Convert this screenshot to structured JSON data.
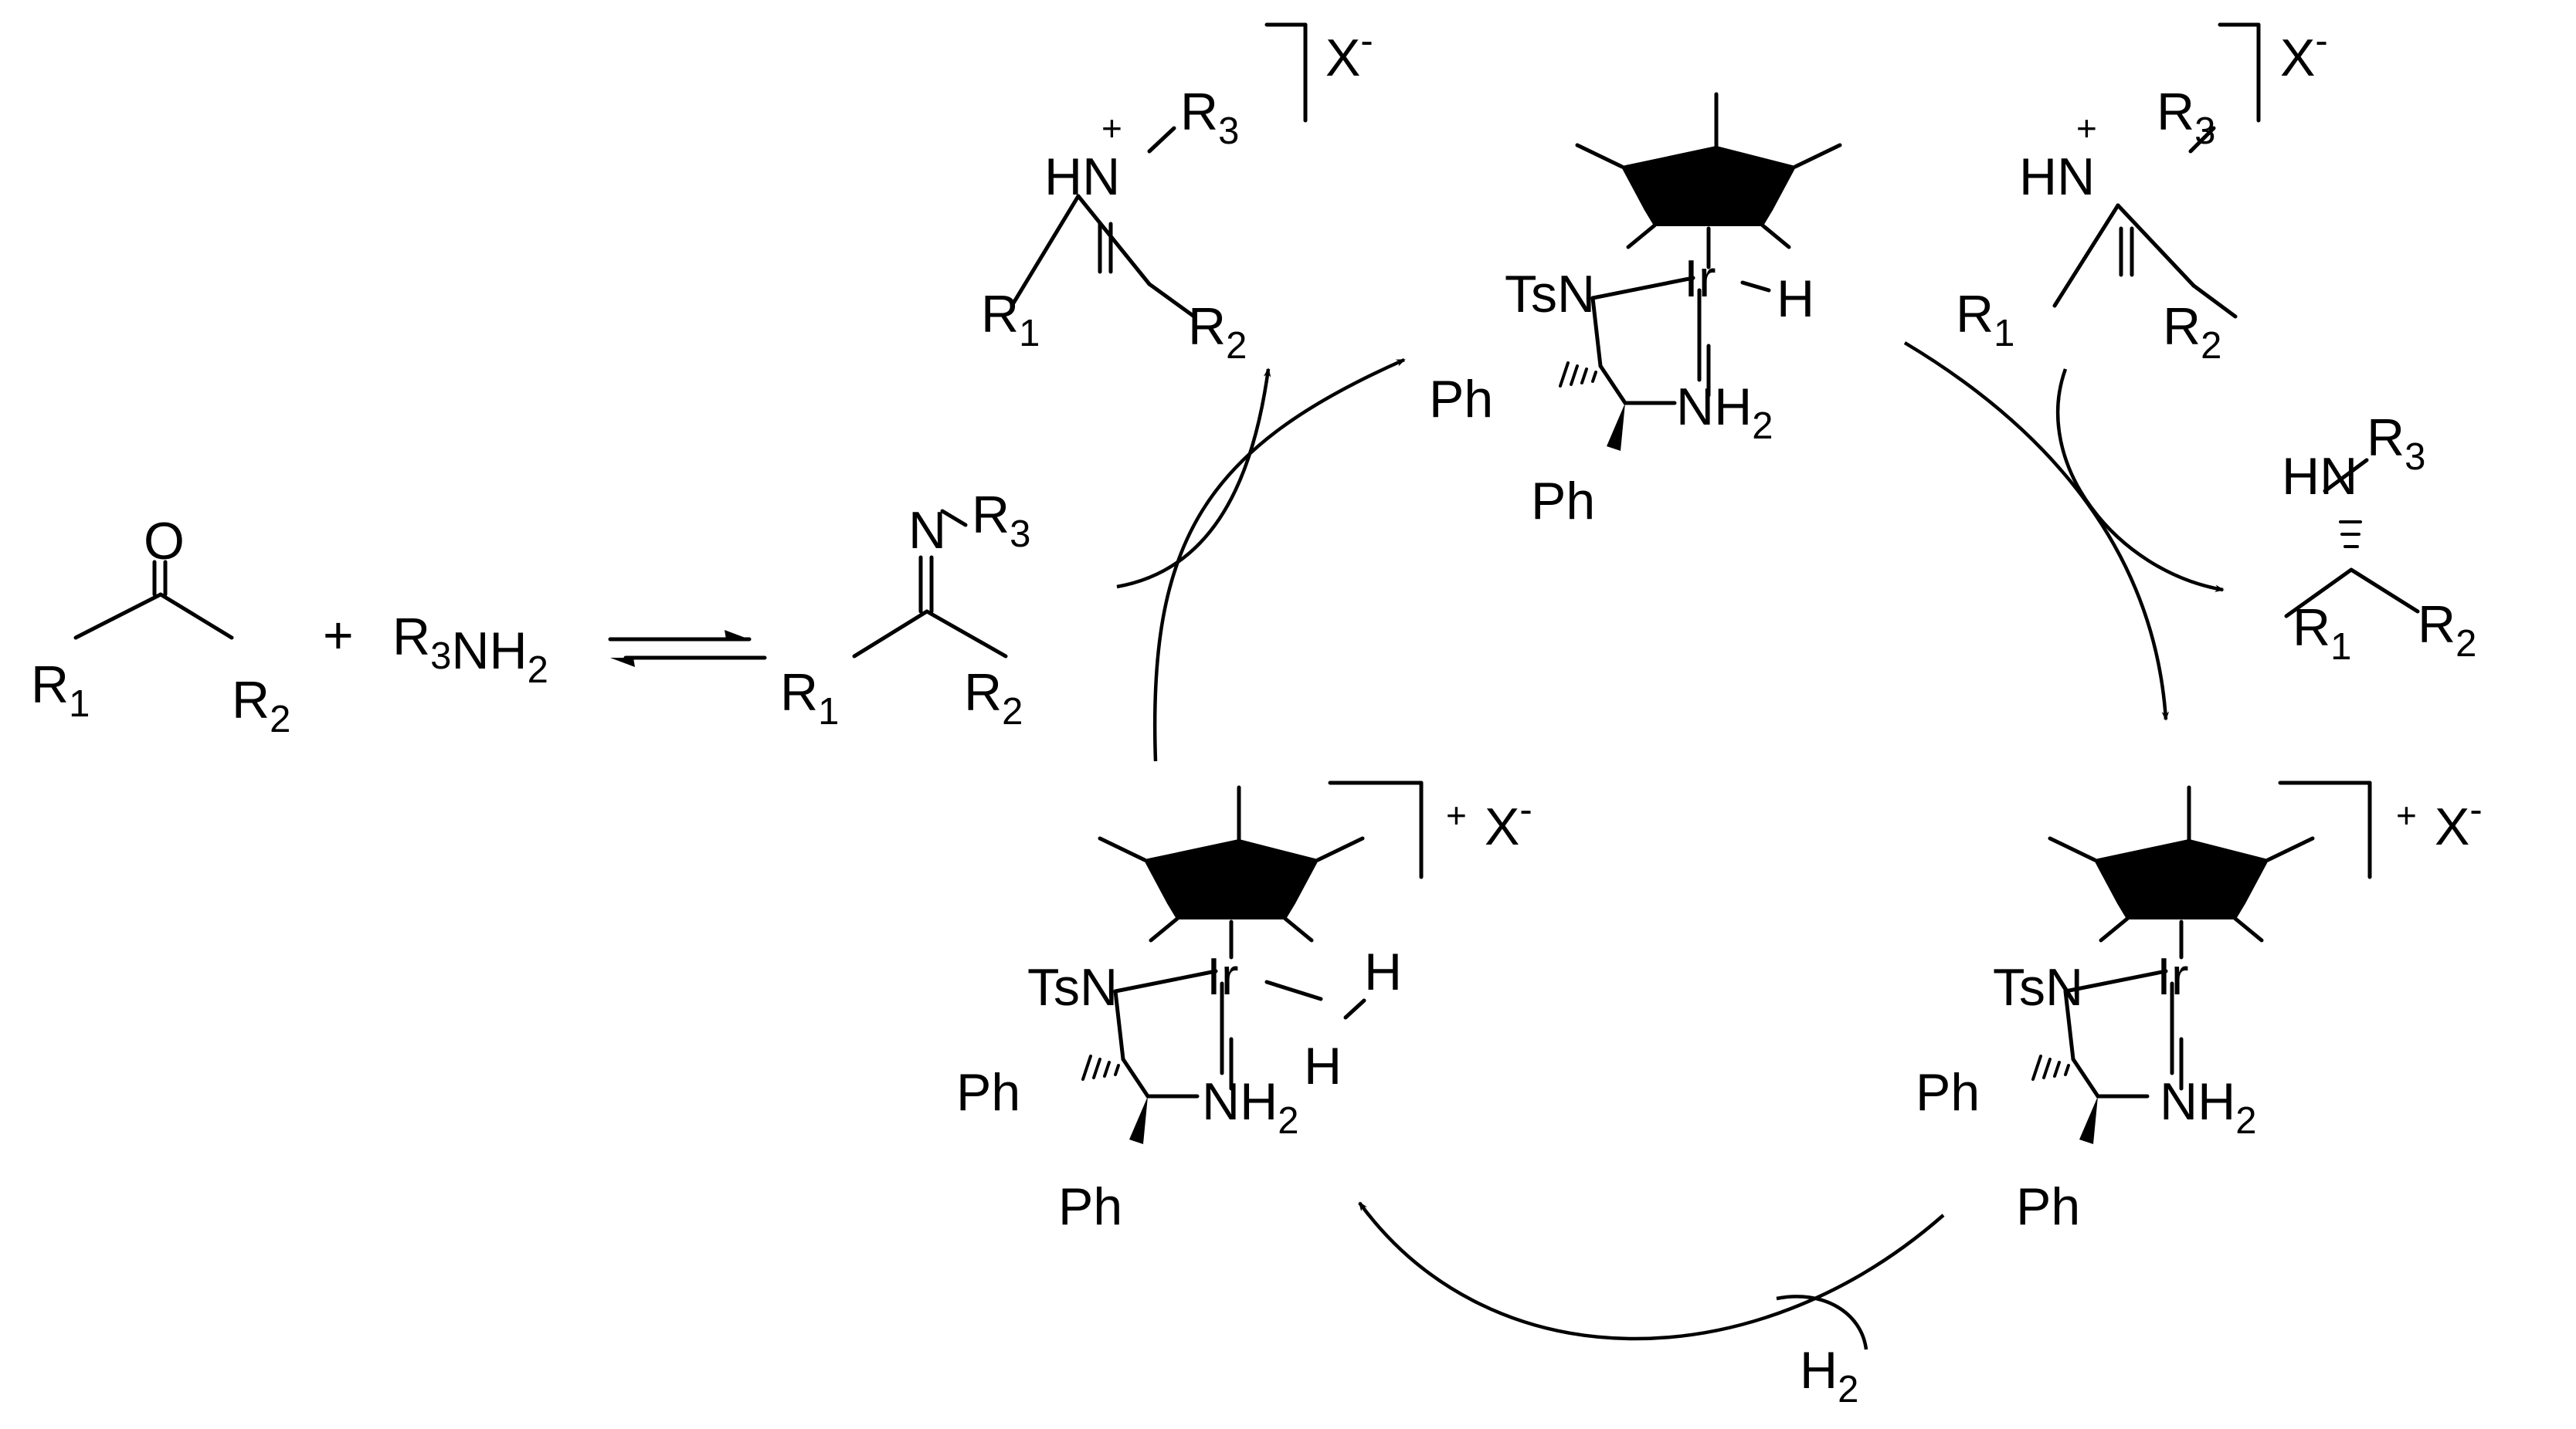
{
  "labels": {
    "R1": "R1",
    "R2": "R2",
    "R3": "R3",
    "O": "O",
    "N": "N",
    "HN": "HN",
    "HN_plus": "HN",
    "plus": "+",
    "charge_plus": "+",
    "R3NH2": "R3NH2",
    "X_minus": "X-",
    "TsN": "TsN",
    "Ir": "Ir",
    "H": "H",
    "NH2": "NH2",
    "Ph": "Ph",
    "H2": "H2"
  }
}
